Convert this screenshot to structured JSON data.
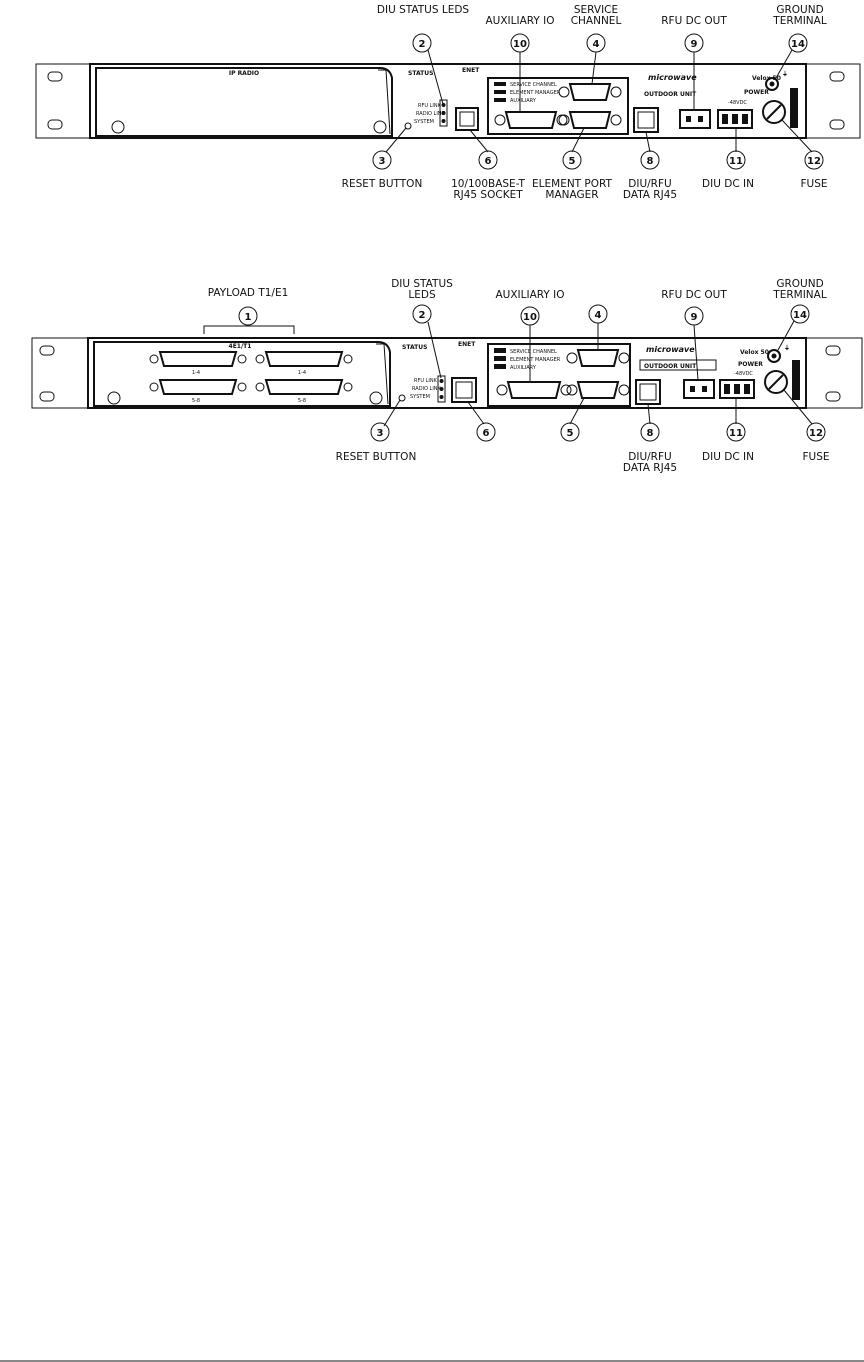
{
  "top_unit": {
    "panel_label": "IP RADIO",
    "status_label": "STATUS",
    "enet_label": "ENET",
    "outdoor_unit_label": "OUTDOOR UNIT",
    "power_label": "POWER",
    "logo_text": "microwave",
    "model_text": "Velox 50",
    "power_rating": "-48VDC",
    "led_labels": [
      "RFU LINK",
      "RADIO LINK",
      "SYSTEM"
    ],
    "aux_text_labels": [
      "SERVICE CHANNEL",
      "ELEMENT MANAGER",
      "AUXILIARY"
    ],
    "callouts": [
      {
        "number": "2",
        "label": "DIU STATUS LEDS",
        "label_line2": ""
      },
      {
        "number": "10",
        "label": "AUXILIARY IO",
        "label_line2": ""
      },
      {
        "number": "4",
        "label": "SERVICE",
        "label_line2": "CHANNEL"
      },
      {
        "number": "9",
        "label": "RFU DC OUT",
        "label_line2": ""
      },
      {
        "number": "14",
        "label": "GROUND",
        "label_line2": "TERMINAL"
      },
      {
        "number": "3",
        "label": "RESET BUTTON",
        "label_line2": ""
      },
      {
        "number": "6",
        "label": "10/100BASE-T",
        "label_line2": "RJ45 SOCKET"
      },
      {
        "number": "5",
        "label": "ELEMENT PORT",
        "label_line2": "MANAGER"
      },
      {
        "number": "8",
        "label": "DIU/RFU",
        "label_line2": "DATA RJ45"
      },
      {
        "number": "11",
        "label": "DIU DC IN",
        "label_line2": ""
      },
      {
        "number": "12",
        "label": "FUSE",
        "label_line2": ""
      }
    ]
  },
  "bottom_unit": {
    "panel_label": "4E1/T1",
    "status_label": "STATUS",
    "enet_label": "ENET",
    "outdoor_unit_label": "OUTDOOR UNIT",
    "power_label": "POWER",
    "logo_text": "microwave",
    "model_text": "Velox 50",
    "power_rating": "-48VDC",
    "led_labels": [
      "RFU LINK",
      "RADIO LINK",
      "SYSTEM"
    ],
    "aux_text_labels": [
      "SERVICE CHANNEL",
      "ELEMENT MANAGER",
      "AUXILIARY"
    ],
    "payload_port_labels": [
      "1-4",
      "1-4",
      "5-8",
      "5-8"
    ],
    "callouts": [
      {
        "number": "1",
        "label": "PAYLOAD T1/E1"
      },
      {
        "number": "2",
        "label": "DIU STATUS",
        "label_line2": "LEDS"
      },
      {
        "number": "10",
        "label": "AUXILIARY IO"
      },
      {
        "number": "4",
        "label": ""
      },
      {
        "number": "9",
        "label": "RFU DC OUT"
      },
      {
        "number": "14",
        "label": "GROUND",
        "label_line2": "TERMINAL"
      },
      {
        "number": "3",
        "label": "RESET BUTTON"
      },
      {
        "number": "6",
        "label": ""
      },
      {
        "number": "5",
        "label": ""
      },
      {
        "number": "8",
        "label": "DIU/RFU",
        "label_line2": "DATA RJ45"
      },
      {
        "number": "11",
        "label": "DIU DC IN"
      },
      {
        "number": "12",
        "label": "FUSE"
      }
    ]
  }
}
